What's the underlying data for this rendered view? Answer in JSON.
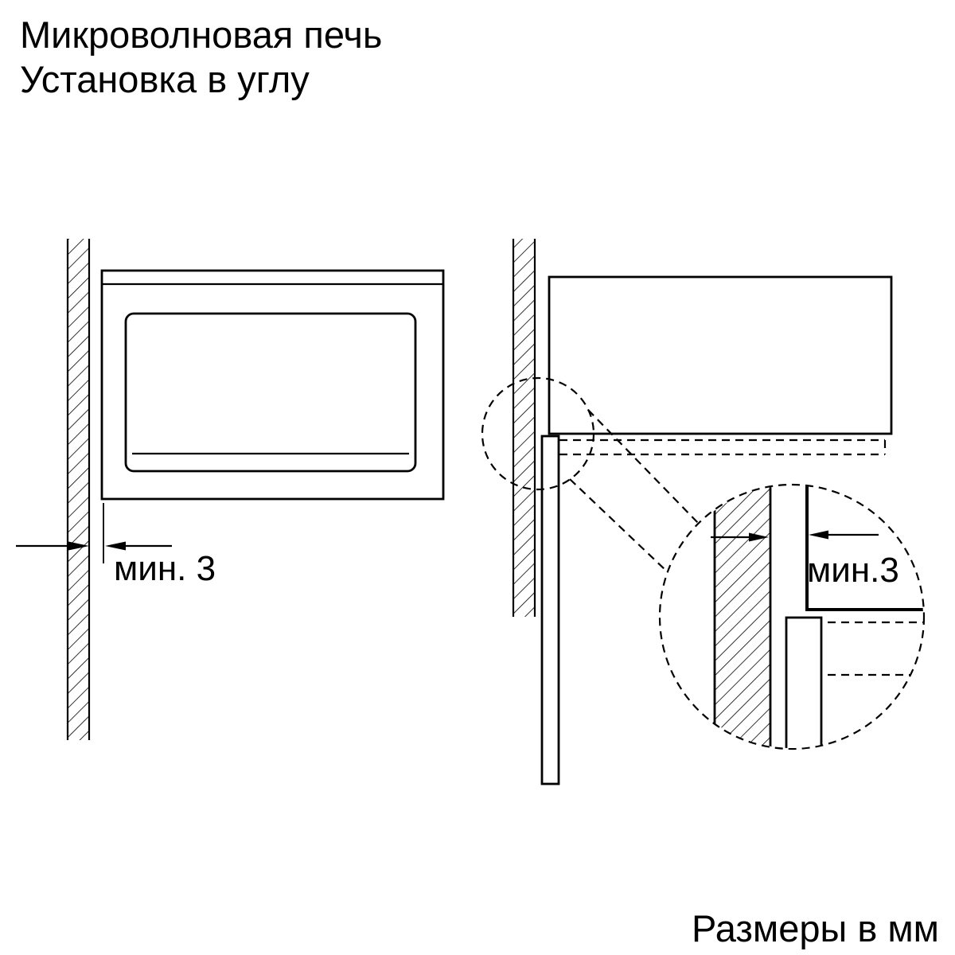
{
  "title": {
    "line1": "Микроволновая печь",
    "line2": "Установка в углу"
  },
  "views": {
    "front_view": {
      "dim_label": "мин. 3"
    },
    "detail_view": {
      "dim_label": "мин.3"
    }
  },
  "footer": {
    "units_note": "Размеры в мм"
  },
  "colors": {
    "line": "#000000",
    "background": "#ffffff"
  }
}
